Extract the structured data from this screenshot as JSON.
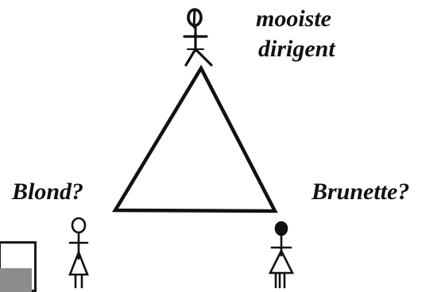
{
  "labels": {
    "top_line1": "mooiste",
    "top_line2": "dirigent",
    "left": "Blond?",
    "right": "Brunette?"
  },
  "figures": {
    "top": "male-stick-figure-icon",
    "left": "female-stick-figure-icon",
    "right": "female-stick-figure-icon"
  },
  "colors": {
    "ink": "#111111",
    "background": "#ffffff",
    "frame_fill": "#8c8c8c"
  }
}
